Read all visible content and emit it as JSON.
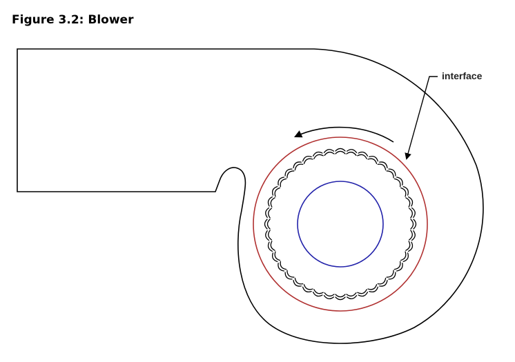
{
  "figure": {
    "title": "Figure 3.2: Blower",
    "callout_label": "interface"
  },
  "diagram": {
    "blade_count": 40,
    "colors": {
      "housing": "#000000",
      "interface_circle": "#b03030",
      "hub_circle": "#2222aa",
      "blades": "#000000",
      "arrows": "#000000"
    }
  }
}
